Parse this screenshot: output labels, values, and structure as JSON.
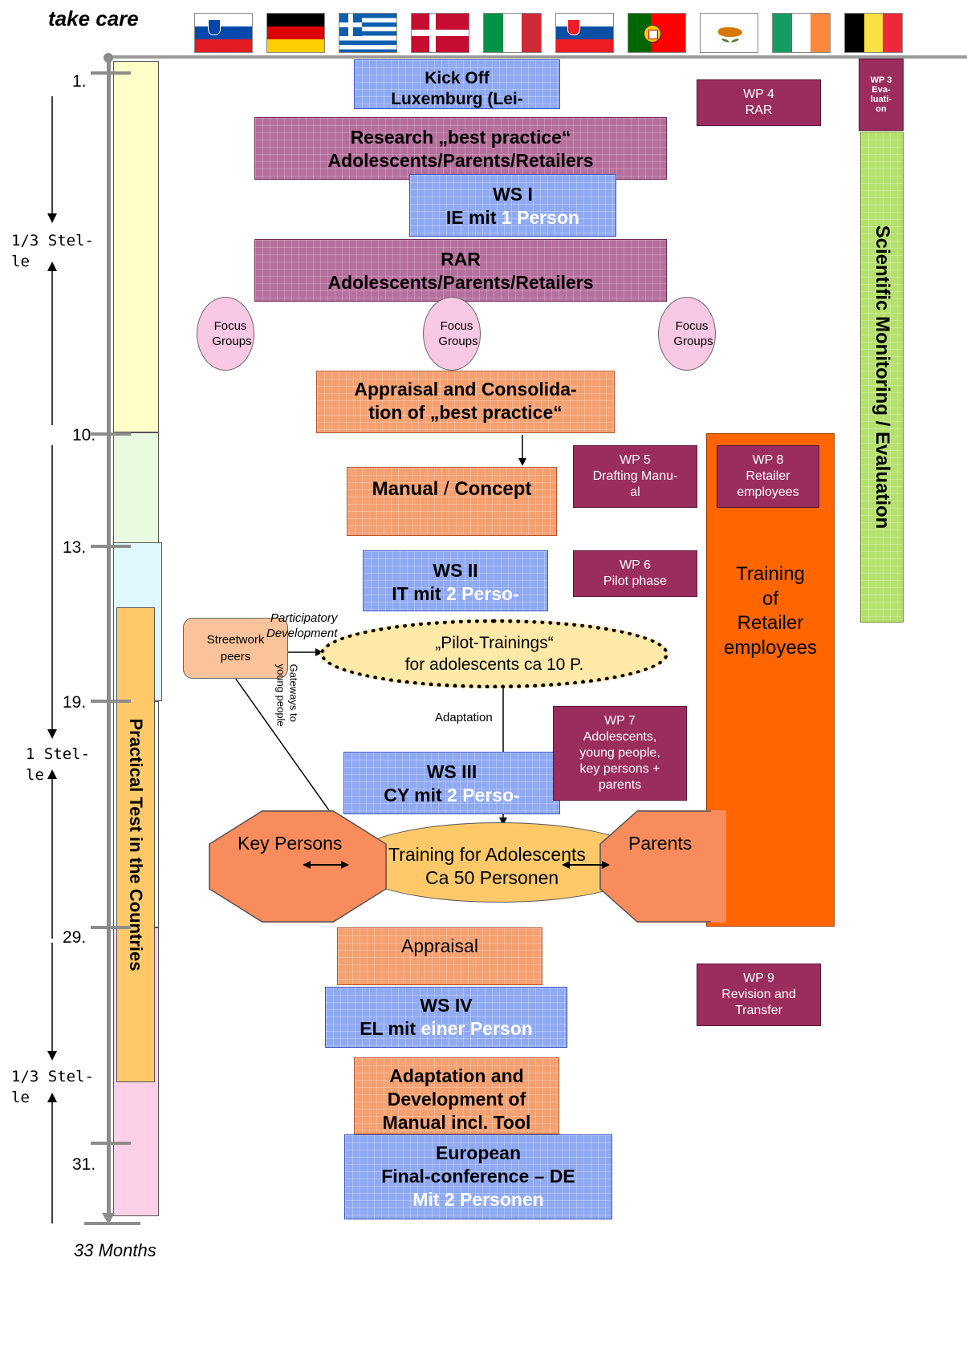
{
  "header": {
    "title": "take care"
  },
  "flags": [
    {
      "name": "slovenia-flag",
      "layout": "h",
      "stripes": [
        "#ffffff",
        "#0047ab",
        "#e31b23"
      ],
      "emblem": true
    },
    {
      "name": "germany-flag",
      "layout": "h",
      "stripes": [
        "#000000",
        "#dd0000",
        "#ffce00"
      ]
    },
    {
      "name": "greece-flag",
      "layout": "greece",
      "stripes": [
        "#0d5eaf",
        "#ffffff"
      ]
    },
    {
      "name": "denmark-flag",
      "layout": "cross",
      "stripes": [
        "#c60c30",
        "#ffffff"
      ]
    },
    {
      "name": "italy-flag",
      "layout": "v",
      "stripes": [
        "#009246",
        "#ffffff",
        "#ce2b37"
      ]
    },
    {
      "name": "slovakia-flag",
      "layout": "h",
      "stripes": [
        "#ffffff",
        "#0b4ea2",
        "#ee1c25"
      ],
      "emblem": true
    },
    {
      "name": "portugal-flag",
      "layout": "v2",
      "stripes": [
        "#006600",
        "#ff0000"
      ],
      "emblem": true
    },
    {
      "name": "cyprus-flag",
      "layout": "cyprus",
      "stripes": [
        "#ffffff",
        "#d57800"
      ]
    },
    {
      "name": "ireland-flag",
      "layout": "v",
      "stripes": [
        "#169b62",
        "#ffffff",
        "#ff883e"
      ]
    },
    {
      "name": "belgium-flag",
      "layout": "v",
      "stripes": [
        "#000000",
        "#fae042",
        "#ed2939"
      ]
    }
  ],
  "timeline": {
    "months": [
      "1.",
      "10.",
      "13.",
      "19.",
      "29.",
      "31."
    ],
    "footer": "33 Months",
    "stelle": [
      {
        "l1": "1/3 Stel-",
        "l2": "le"
      },
      {
        "l1": "1 Stel-",
        "l2": "le"
      },
      {
        "l1": "1/3 Stel-",
        "l2": "le"
      }
    ],
    "practical_test": "Practical Test in the Countries"
  },
  "colors": {
    "blue": "#8fa9f2",
    "mauve": "#b56f9c",
    "orange": "#f5a070",
    "wp": "#9b2d5e",
    "retailer": "#ff6600",
    "scientific": "#b4e06c",
    "pink": "#f8c8e4",
    "pilot": "#ffe9a8"
  },
  "boxes": {
    "kickoff": {
      "l1": "Kick Off",
      "l2": "Luxemburg (Lei-"
    },
    "research": {
      "l1": "Research „best practice“",
      "l2": "Adolescents/Parents/Retailers"
    },
    "ws1": {
      "l1": "WS I",
      "l2a": "IE mit ",
      "l2b": "1  Person"
    },
    "rar": {
      "l1": "RAR",
      "l2": "Adolescents/Parents/Retailers"
    },
    "appraisal_consolidation": {
      "l1": "Appraisal and Consolida-",
      "l2": "tion of „best practice“"
    },
    "manual": {
      "l1a": "Manual ",
      "l1b": "/ ",
      "l1c": "Concept"
    },
    "ws2": {
      "l1": "WS II",
      "l2a": "IT mit ",
      "l2b": "2 Perso-"
    },
    "ws3": {
      "l1": "WS III",
      "l2a": "CY mit ",
      "l2b": "2 Perso-"
    },
    "appraisal": {
      "l1": "Appraisal"
    },
    "ws4": {
      "l1": "WS IV",
      "l2a": "EL mit ",
      "l2b": "einer Person"
    },
    "adaptation_manual": {
      "l1": "Adaptation and",
      "l2": "Development of",
      "l3": "Manual incl. Tool"
    },
    "final_conference": {
      "l1": "European",
      "l2": "Final-conference – DE",
      "l3": "Mit 2 Personen"
    }
  },
  "focus_groups": {
    "l1": "Focus",
    "l2": "Groups"
  },
  "wps": {
    "wp4": {
      "l1": "WP 4",
      "l2": "RAR"
    },
    "wp3": {
      "l1": "WP 3",
      "l2": "Eva-",
      "l3": "luati-",
      "l4": "on"
    },
    "wp5": {
      "l1": "WP 5",
      "l2": "Drafting Manu-",
      "l3": "al"
    },
    "wp8": {
      "l1": "WP 8",
      "l2": "Retailer",
      "l3": "employees"
    },
    "wp6": {
      "l1": "WP 6",
      "l2": "Pilot phase"
    },
    "wp7": {
      "l1": "WP 7",
      "l2": "Adolescents,",
      "l3": "young people,",
      "l4": "key persons +",
      "l5": "parents"
    },
    "wp9": {
      "l1": "WP 9",
      "l2": "Revision and",
      "l3": "Transfer"
    }
  },
  "scientific": "Scientific Monitoring / Evaluation",
  "retailer_training": {
    "l1": "Training",
    "l2": "of",
    "l3": "Retailer",
    "l4": "employees"
  },
  "streetwork": {
    "l1": "Streetwork",
    "l2": "peers"
  },
  "participatory": {
    "l1": "Participatory",
    "l2": "Development"
  },
  "pilot_trainings": {
    "l1": "„Pilot-Trainings“",
    "l2": "for adolescents ca 10 P."
  },
  "adaptation_label": "Adaptation",
  "gateways": {
    "l1": "Gateways to",
    "l2": "young people"
  },
  "key_persons": "Key Persons",
  "parents": "Parents",
  "training_adolescents": {
    "l1": "Training for Adolescents",
    "l2": "Ca 50 Personen"
  }
}
